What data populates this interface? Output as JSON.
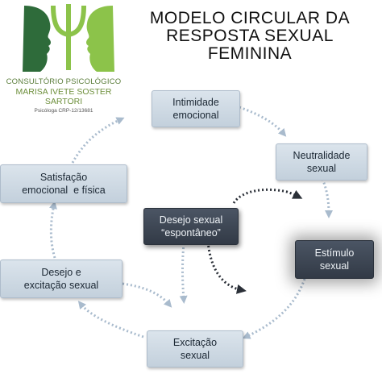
{
  "title": {
    "line1": "MODELO CIRCULAR DA",
    "line2": "RESPOSTA SEXUAL",
    "line3": "FEMININA"
  },
  "clinic": {
    "line1": "CONSULTÓRIO PSICOLÓGICO",
    "line2": "MARISA IVETE SOSTER SARTORI",
    "line3": "Psicóloga CRP-12/13681"
  },
  "colors": {
    "logo_green": "#8cc34a",
    "logo_dark_green": "#2e6b3a",
    "box_light": "#cdd8e3",
    "box_dark": "#3b4350",
    "arrow_light": "#b7c6d6",
    "arrow_dark": "#2b3038"
  },
  "nodes": {
    "intimidade": {
      "line1": "Intimidade",
      "line2": "emocional"
    },
    "neutralidade": {
      "line1": "Neutralidade",
      "line2": "sexual"
    },
    "estimulo": {
      "line1": "Estímulo",
      "line2": "sexual"
    },
    "excitacao": {
      "line1": "Excitação",
      "line2": "sexual"
    },
    "desejo_excitacao": {
      "line1": "Desejo e",
      "line2": "excitação sexual"
    },
    "satisfacao": {
      "line1": "Satisfação",
      "line2": "emocional  e física"
    },
    "desejo_espontaneo": {
      "line1": "Desejo sexual",
      "line2": "“espontâneo”"
    }
  }
}
